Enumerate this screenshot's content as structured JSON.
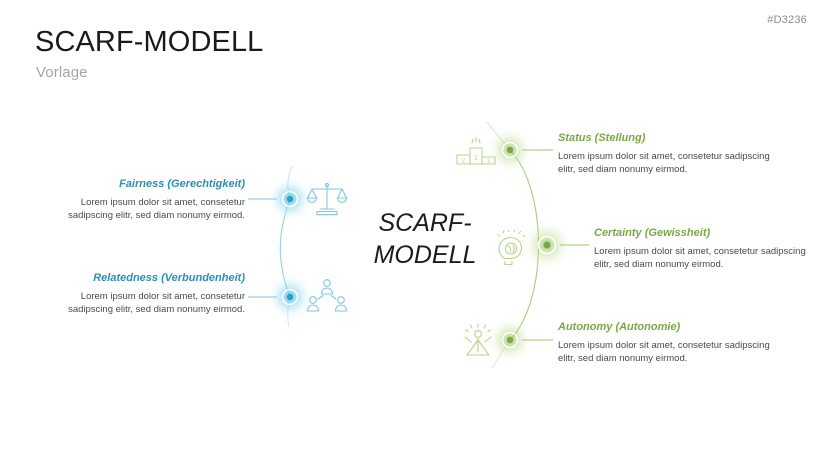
{
  "header": {
    "title": "SCARF-MODELL",
    "subtitle": "Vorlage",
    "doc_code": "#D3236"
  },
  "center": {
    "line1": "SCARF-",
    "line2": "MODELL"
  },
  "colors": {
    "blue": "#2e8fb4",
    "blue_light": "#7ec8e3",
    "green": "#7aa846",
    "green_light": "#b9d48a",
    "body_text": "#4a4a4a",
    "title": "#1a1a1a",
    "subtitle": "#a6a6a6",
    "doc_code": "#8d8d8d"
  },
  "left_items": [
    {
      "id": "fairness",
      "heading": "Fairness (Gerechtigkeit)",
      "body": "Lorem ipsum dolor sit amet, consetetur sadipscing elitr, sed diam nonumy eirmod.",
      "icon": "balance-scale-icon",
      "color": "#2e8fb4"
    },
    {
      "id": "relatedness",
      "heading": "Relatedness (Verbundenheit)",
      "body": "Lorem ipsum dolor sit amet, consetetur sadipscing elitr, sed diam nonumy eirmod.",
      "icon": "people-group-icon",
      "color": "#2e8fb4"
    }
  ],
  "right_items": [
    {
      "id": "status",
      "heading": "Status (Stellung)",
      "body": "Lorem ipsum dolor sit amet, consetetur sadipscing elitr, sed diam nonumy eirmod.",
      "icon": "podium-icon",
      "color": "#7aa846"
    },
    {
      "id": "certainty",
      "heading": "Certainty (Gewissheit)",
      "body": "Lorem ipsum dolor sit amet, consetetur sadipscing elitr, sed diam nonumy eirmod.",
      "icon": "brain-idea-icon",
      "color": "#7aa846"
    },
    {
      "id": "autonomy",
      "heading": "Autonomy (Autonomie)",
      "body": "Lorem ipsum dolor sit amet, consetetur sadipscing elitr, sed diam nonumy eirmod.",
      "icon": "person-free-icon",
      "color": "#7aa846"
    }
  ]
}
